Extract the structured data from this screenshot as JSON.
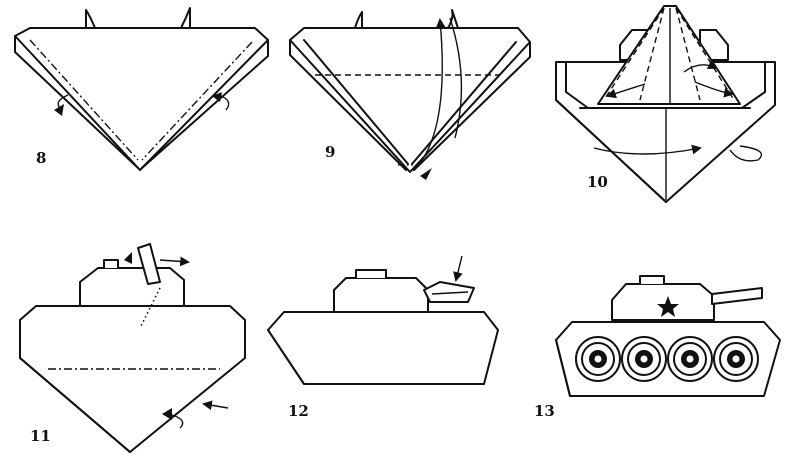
{
  "steps": [
    {
      "id": "8",
      "label": "8"
    },
    {
      "id": "9",
      "label": "9"
    },
    {
      "id": "10",
      "label": "10"
    },
    {
      "id": "11",
      "label": "11"
    },
    {
      "id": "12",
      "label": "12"
    },
    {
      "id": "13",
      "label": "13"
    }
  ],
  "colors": {
    "ink": "#111111",
    "paper": "#ffffff"
  },
  "icons": {
    "tank_emblem": "star-icon"
  }
}
